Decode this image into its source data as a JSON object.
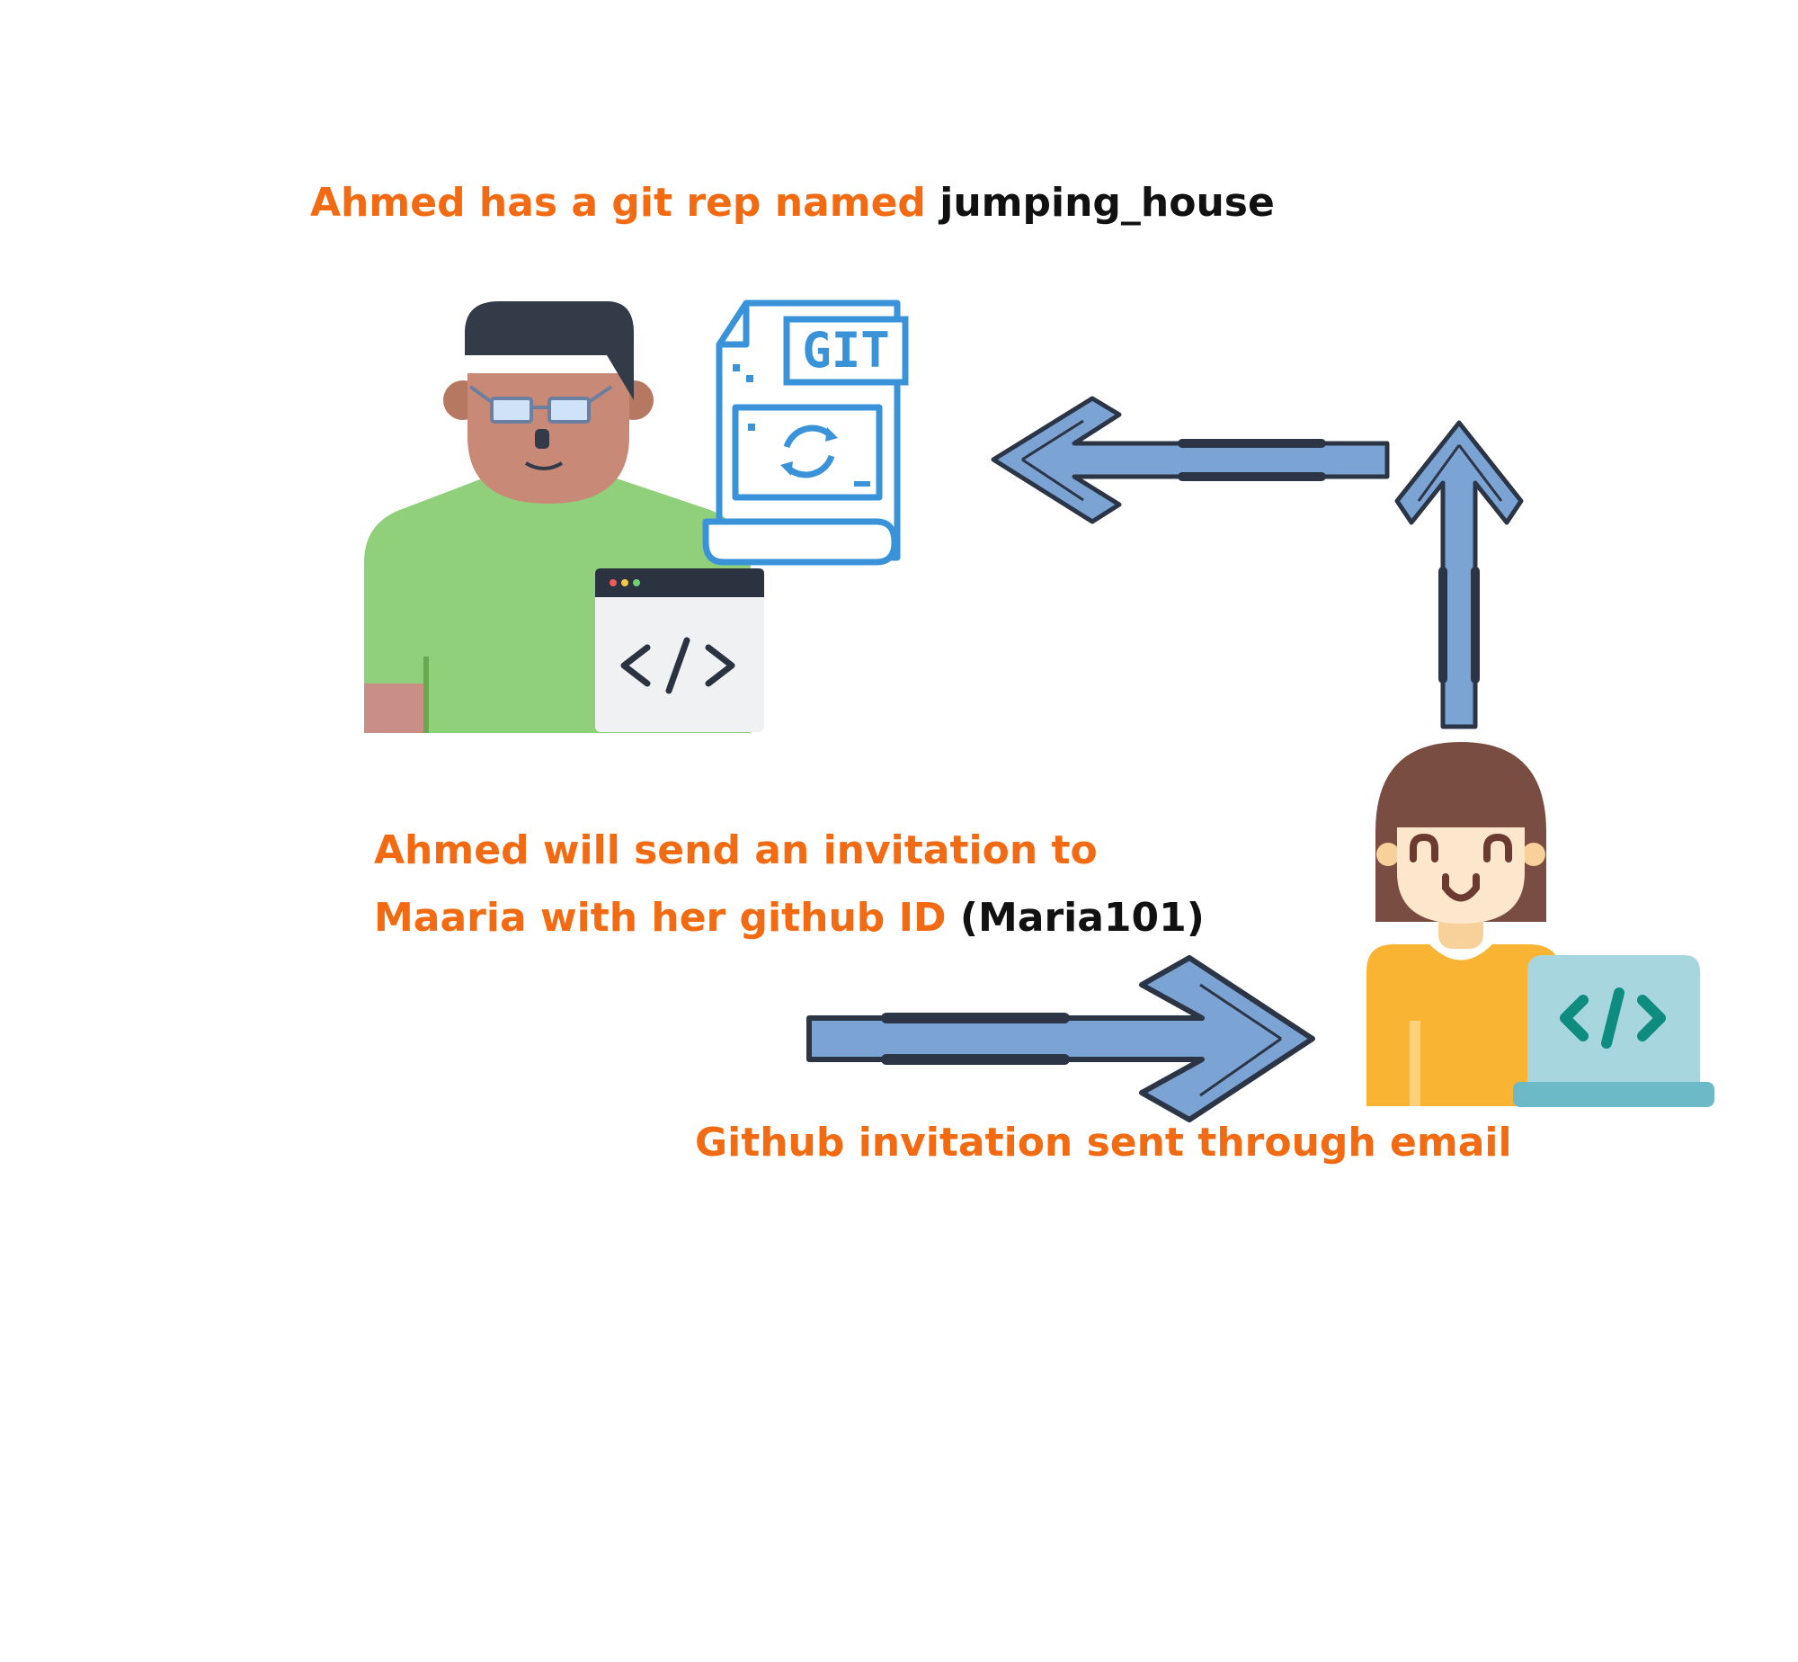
{
  "captions": {
    "repo": {
      "text": "Ahmed has a git rep named",
      "repo_name": "jumping_house"
    },
    "invite_line1": "Ahmed will send an invitation to",
    "invite_line2": {
      "text": "Maaria with her github ID",
      "user_id": "(Maria101)"
    },
    "email": "Github invitation sent through email"
  },
  "people": {
    "sender": {
      "name": "Ahmed",
      "icon": "developer-man-icon"
    },
    "receiver": {
      "name": "Maaria",
      "icon": "developer-woman-icon"
    }
  },
  "icons": {
    "repo": "git-file-icon",
    "man_screen": "code-window-icon",
    "woman_laptop": "laptop-code-icon"
  },
  "repo_icon_label": "GIT",
  "arrows": [
    {
      "name": "arrow-to-maaria",
      "direction": "right"
    },
    {
      "name": "arrow-up",
      "direction": "up"
    },
    {
      "name": "arrow-to-git",
      "direction": "left"
    }
  ],
  "colors": {
    "caption": "#f26b12",
    "highlight_text": "#111111",
    "arrow_fill": "#7ba3d4",
    "arrow_stroke": "#2b3545",
    "git_icon": "#2f8fd6"
  }
}
